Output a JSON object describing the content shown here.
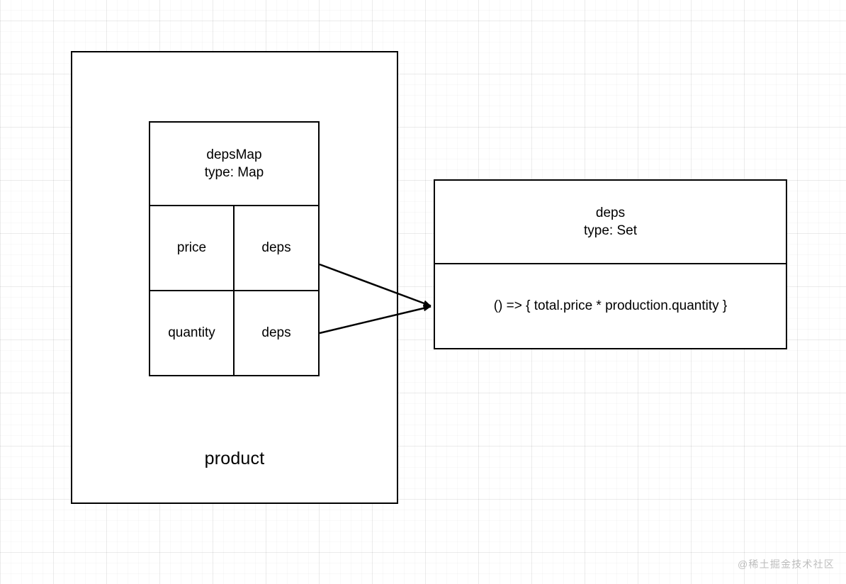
{
  "diagram": {
    "container": {
      "label": "product"
    },
    "deps_map": {
      "title": "depsMap",
      "type_line": "type: Map",
      "rows": [
        {
          "key": "price",
          "value": "deps"
        },
        {
          "key": "quantity",
          "value": "deps"
        }
      ]
    },
    "deps_set": {
      "title": "deps",
      "type_line": "type: Set",
      "body": "() => { total.price * production.quantity }"
    },
    "connectors": [
      {
        "name": "price-deps-to-set",
        "from": "price.deps",
        "to": "deps-set"
      },
      {
        "name": "quantity-deps-to-set",
        "from": "quantity.deps",
        "to": "deps-set"
      }
    ],
    "colors": {
      "stroke": "#000000",
      "fill": "#ffffff",
      "grid_major": "rgba(0,0,0,0.055)",
      "grid_minor": "rgba(0,0,0,0.022)",
      "watermark": "rgba(0,0,0,0.26)"
    }
  },
  "watermark": {
    "text": "@稀土掘金技术社区"
  }
}
